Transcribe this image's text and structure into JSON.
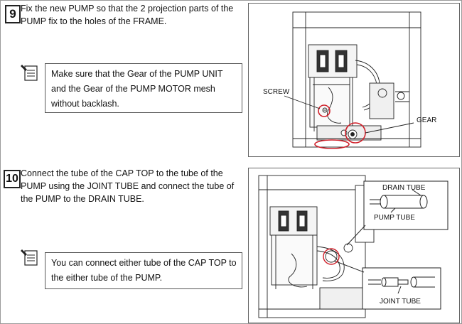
{
  "steps": [
    {
      "number": "9",
      "instruction": "Fix the new PUMP so that the 2 projection parts of the PUMP fix to the holes of the FRAME.",
      "note": "Make sure that the Gear of the PUMP UNIT and the Gear of the PUMP MOTOR mesh without backlash.",
      "figure_labels": {
        "screw": "SCREW",
        "gear": "GEAR"
      }
    },
    {
      "number": "10",
      "instruction": "Connect the tube of the CAP TOP to the tube of the PUMP using the JOINT TUBE and connect the tube of the PUMP to the DRAIN TUBE.",
      "note": "You can connect either tube of the CAP TOP to the either tube of the PUMP.",
      "figure_labels": {
        "drain_tube": "DRAIN TUBE",
        "pump_tube": "PUMP TUBE",
        "joint_tube": "JOINT TUBE"
      }
    }
  ],
  "colors": {
    "highlight": "#d0202a",
    "line_art": "#222222"
  },
  "icons": {
    "note": "note-pad-icon"
  }
}
